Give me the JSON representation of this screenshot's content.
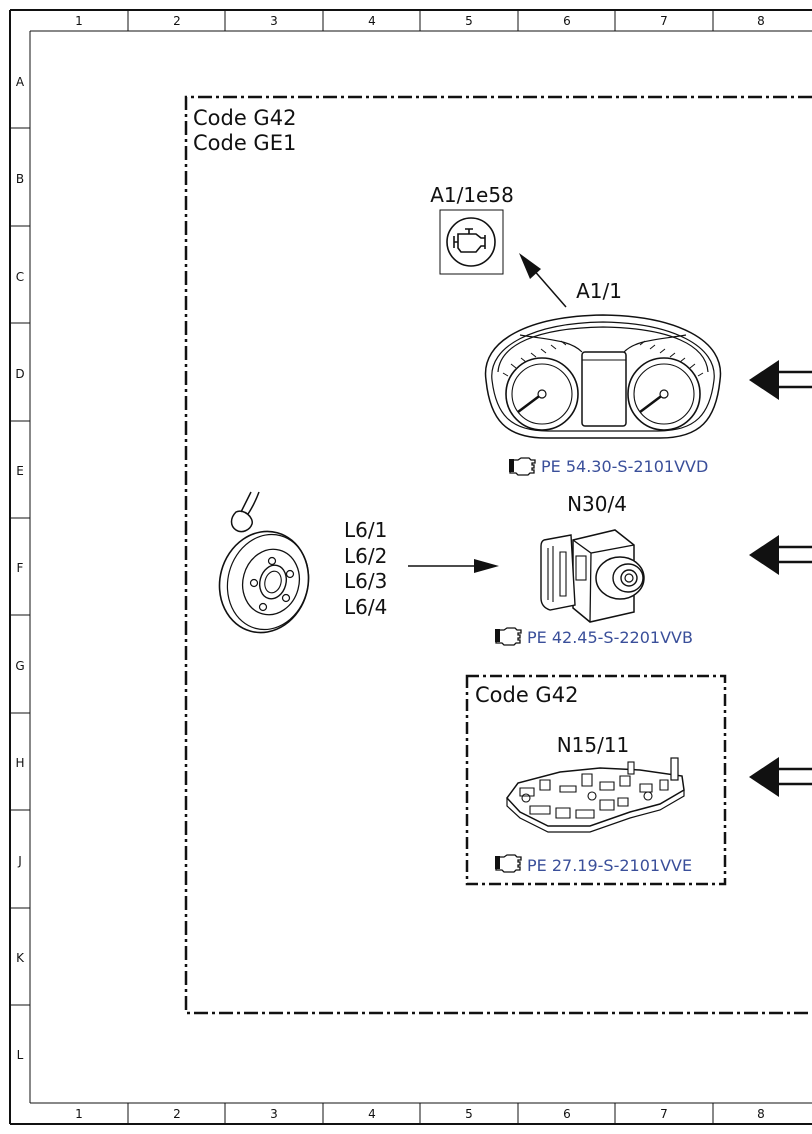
{
  "grid": {
    "columns": [
      "1",
      "2",
      "3",
      "4",
      "5",
      "6",
      "7",
      "8"
    ],
    "rows": [
      "A",
      "B",
      "C",
      "D",
      "E",
      "F",
      "G",
      "H",
      "J",
      "K",
      "L"
    ]
  },
  "outer_frame": {
    "code_lines": [
      "Code G42",
      "Code GE1"
    ]
  },
  "components": {
    "warning_lamp": {
      "label": "A1/1e58",
      "icon": "engine-check-icon"
    },
    "instrument_cluster": {
      "label": "A1/1",
      "ref": "PE 54.30-S-2101VVD",
      "ref_icon": "pointing-hand-icon"
    },
    "wheel_speed_sensors": {
      "labels": [
        "L6/1",
        "L6/2",
        "L6/3",
        "L6/4"
      ]
    },
    "esp_control_unit": {
      "label": "N30/4",
      "ref": "PE 42.45-S-2201VVB",
      "ref_icon": "pointing-hand-icon"
    },
    "inner_frame": {
      "code_line": "Code G42",
      "component": {
        "label": "N15/11",
        "ref": "PE 27.19-S-2101VVE",
        "ref_icon": "pointing-hand-icon"
      }
    }
  },
  "colors": {
    "link": "#3a4f9a",
    "line": "#111111"
  }
}
